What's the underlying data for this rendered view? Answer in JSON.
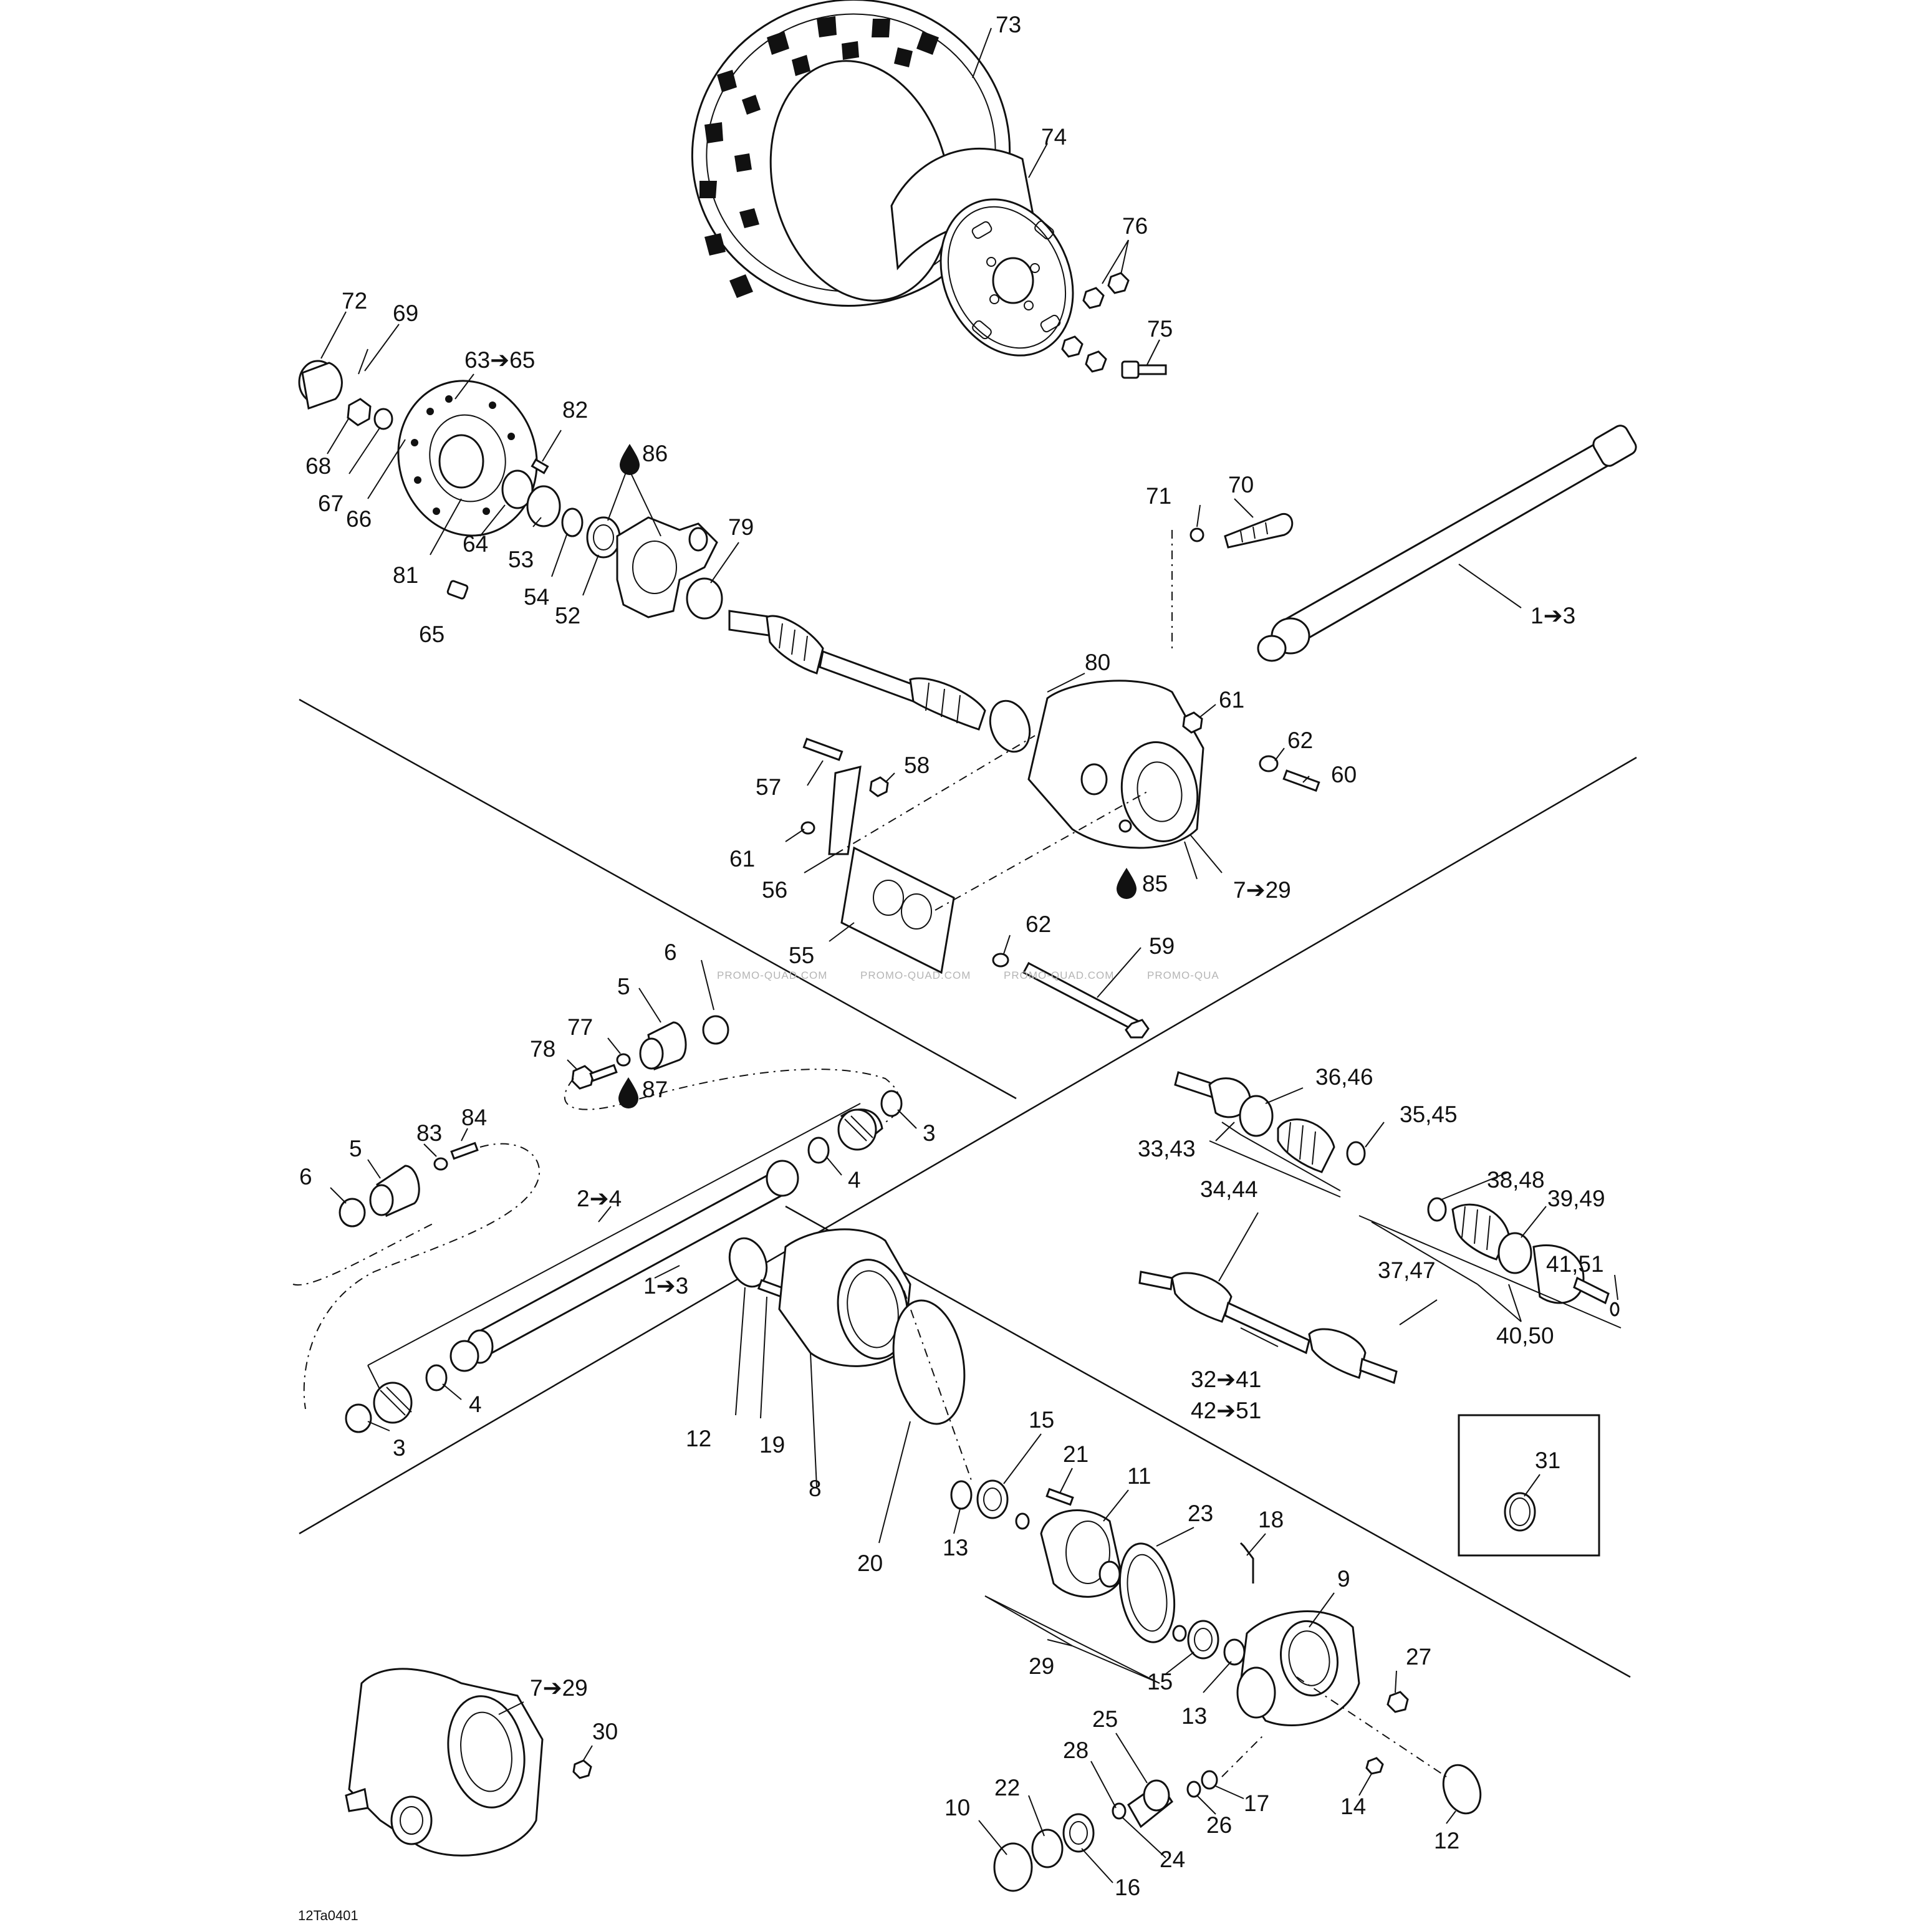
{
  "diagram": {
    "code": "12Ta0401",
    "watermarks": [
      "PROMO-QUAD.COM",
      "PROMO-QUAD.COM",
      "PROMO-QUAD.COM",
      "PROMO-QUA"
    ],
    "lube_icon": "oil-drop-icon",
    "callouts": {
      "c73": "73",
      "c74": "74",
      "c76": "76",
      "c75": "75",
      "c72": "72",
      "c69": "69",
      "c63": "63➔65",
      "c82": "82",
      "c86": "86",
      "c68": "68",
      "c67": "67",
      "c66": "66",
      "c64": "64",
      "c53": "53",
      "c54": "54",
      "c52": "52",
      "c79": "79",
      "c81": "81",
      "c65": "65",
      "c70": "70",
      "c71": "71",
      "c1a": "1➔3",
      "c80": "80",
      "c61a": "61",
      "c62a": "62",
      "c60": "60",
      "c57": "57",
      "c58": "58",
      "c61b": "61",
      "c56": "56",
      "c85": "85",
      "c7a": "7➔29",
      "c55": "55",
      "c62b": "62",
      "c59": "59",
      "c6a": "6",
      "c5a": "5",
      "c77": "77",
      "c78": "78",
      "c87": "87",
      "c84": "84",
      "c83": "83",
      "c5b": "5",
      "c6b": "6",
      "c3a": "3",
      "c4a": "4",
      "c2": "2➔4",
      "c1b": "1➔3",
      "c4b": "4",
      "c3b": "3",
      "c3646": "36,46",
      "c3545": "35,45",
      "c3343": "33,43",
      "c3444": "34,44",
      "c3848": "38,48",
      "c3949": "39,49",
      "c4151": "41,51",
      "c3747": "37,47",
      "c4050": "40,50",
      "c32": "32➔41",
      "c42": "42➔51",
      "c12a": "12",
      "c19": "19",
      "c8": "8",
      "c20": "20",
      "c13a": "13",
      "c15a": "15",
      "c21": "21",
      "c11": "11",
      "c23": "23",
      "c18": "18",
      "c9": "9",
      "c31": "31",
      "c29": "29",
      "c15b": "15",
      "c13b": "13",
      "c27": "27",
      "c7b": "7➔29",
      "c30": "30",
      "c25": "25",
      "c28": "28",
      "c22": "22",
      "c10": "10",
      "c16": "16",
      "c24": "24",
      "c26": "26",
      "c17": "17",
      "c14": "14",
      "c12b": "12"
    }
  }
}
